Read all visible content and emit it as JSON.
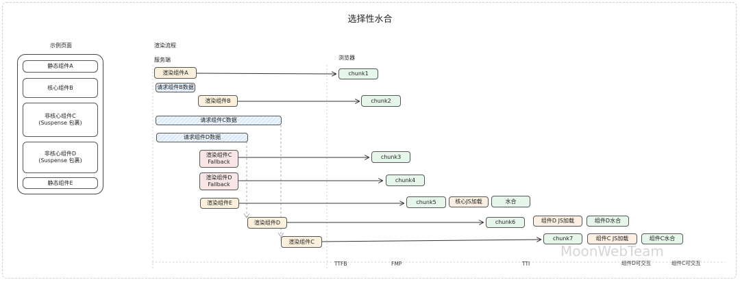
{
  "title": "选择性水合",
  "left": {
    "header": "示例页面",
    "items": [
      "静态组件A",
      "核心组件B",
      "非核心组件C\n(Suspense 包裹)",
      "非核心组件D\n(Suspense 包裹)",
      "静态组件E"
    ]
  },
  "flow": {
    "header": "渲染流程",
    "server_label": "服务端",
    "browser_label": "浏览器",
    "steps": {
      "renderA": "渲染组件A",
      "reqB": "请求组件B数据",
      "renderB": "渲染组件B",
      "reqC": "请求组件C数据",
      "reqD": "请求组件D数据",
      "fallbackC": "渲染组件C\nFallback",
      "fallbackD": "渲染组件D\nFallback",
      "renderE": "渲染组件E",
      "renderD": "渲染组件D",
      "renderC": "渲染组件C"
    },
    "chunks": {
      "c1": "chunk1",
      "c2": "chunk2",
      "c3": "chunk3",
      "c4": "chunk4",
      "c5": "chunk5",
      "c6": "chunk6",
      "c7": "chunk7"
    },
    "client": {
      "coreJs": "核心JS加载",
      "hydrate": "水合",
      "dJs": "组件D JS加载",
      "dHydrate": "组件D水合",
      "cJs": "组件C JS加载",
      "cHydrate": "组件C水合"
    },
    "timeline": {
      "ttfb": "TTFB",
      "fmp": "FMP",
      "tti": "TTI",
      "dInteractive": "组件D可交互",
      "cInteractive": "组件C可交互"
    }
  },
  "watermark": "MoonWebTeam"
}
